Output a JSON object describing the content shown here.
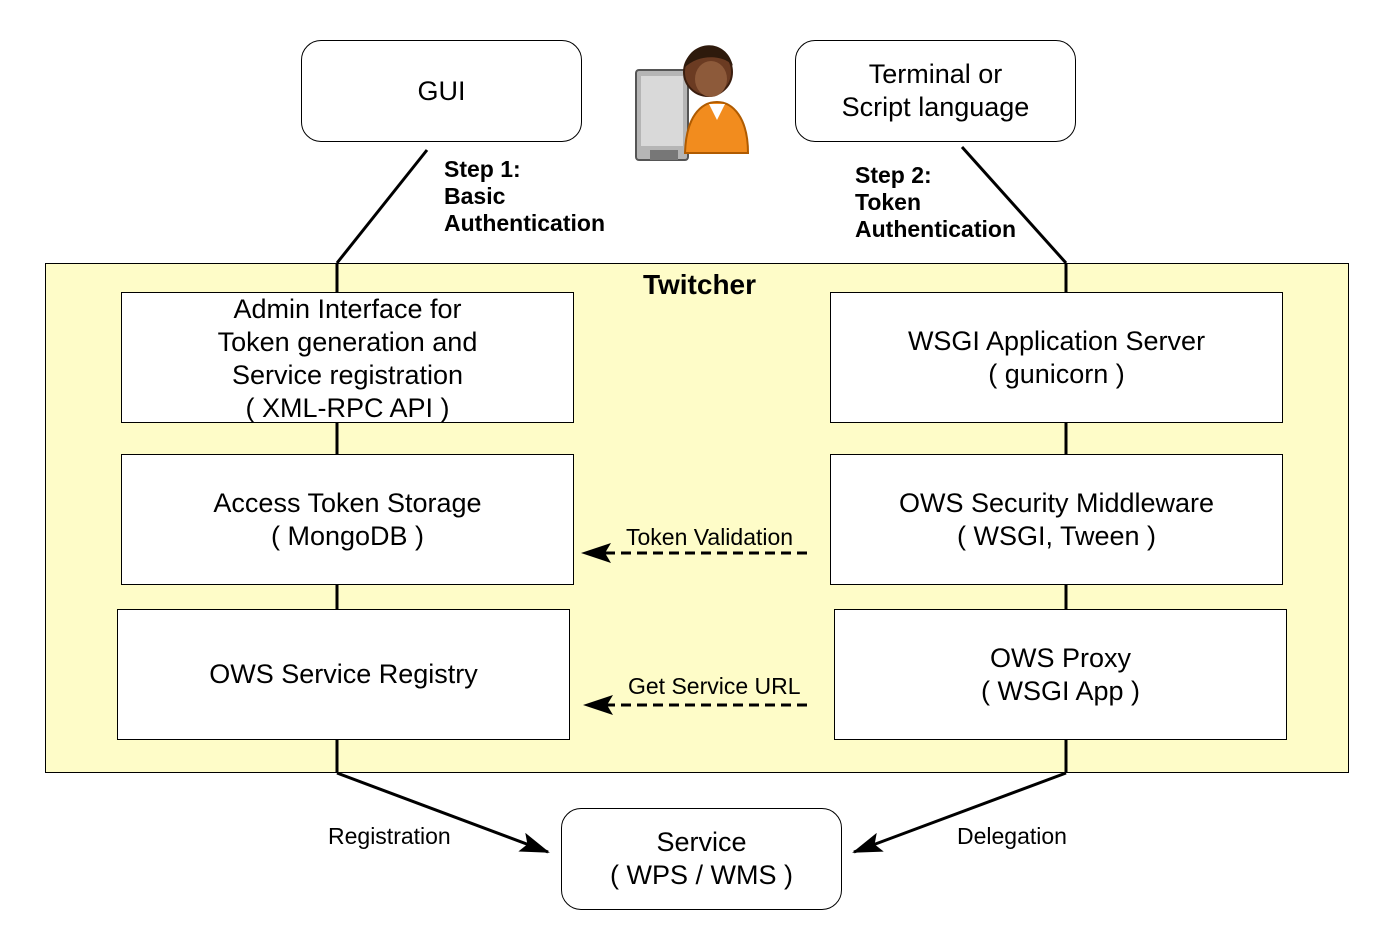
{
  "clients": {
    "gui": "GUI",
    "terminal": [
      "Terminal or",
      "Script language"
    ]
  },
  "steps": {
    "step1": [
      "Step 1:",
      "Basic",
      "Authentication"
    ],
    "step2": [
      "Step 2:",
      "Token",
      "Authentication"
    ]
  },
  "twitcher": {
    "title": "Twitcher",
    "admin": [
      "Admin Interface for",
      "Token generation and",
      "Service registration",
      "( XML-RPC API )"
    ],
    "storage": [
      "Access Token Storage",
      "( MongoDB )"
    ],
    "registry": [
      "OWS Service Registry"
    ],
    "wsgi_server": [
      "WSGI Application Server",
      "( gunicorn )"
    ],
    "middleware": [
      "OWS Security Middleware",
      "( WSGI, Tween )"
    ],
    "proxy": [
      "OWS Proxy",
      "( WSGI App )"
    ]
  },
  "service": [
    "Service",
    "( WPS / WMS )"
  ],
  "edges": {
    "token_validation": "Token Validation",
    "get_service_url": "Get Service URL",
    "registration": "Registration",
    "delegation": "Delegation"
  },
  "icons": {
    "user": "user-at-computer-icon"
  }
}
